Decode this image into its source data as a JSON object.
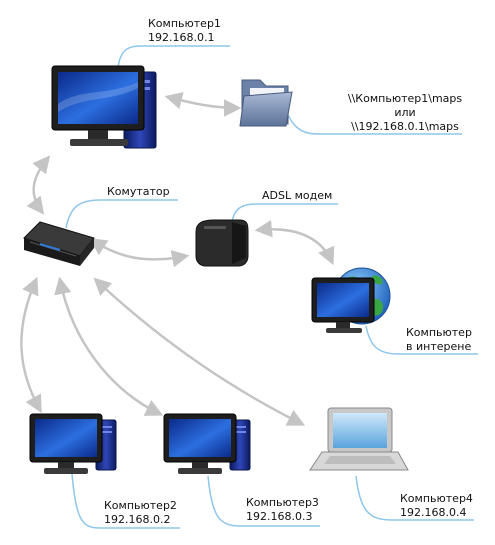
{
  "nodes": {
    "computer1": {
      "name": "Компьютер1",
      "ip": "192.168.0.1"
    },
    "shared_folder": {
      "path1": "\\\\Компьютер1\\maps",
      "or": "или",
      "path2": "\\\\192.168.0.1\\maps"
    },
    "switch": {
      "name": "Комутатор"
    },
    "modem": {
      "name": "ADSL модем"
    },
    "internet_computer": {
      "line1": "Компьютер",
      "line2": "в интерене"
    },
    "computer2": {
      "name": "Компьютер2",
      "ip": "192.168.0.2"
    },
    "computer3": {
      "name": "Компьютер3",
      "ip": "192.168.0.3"
    },
    "computer4": {
      "name": "Компьютер4",
      "ip": "192.168.0.4"
    }
  },
  "colors": {
    "callout_line": "#8ec6ec",
    "arrow": "#c4c4c4",
    "monitor_screen": "#1a4fb8",
    "monitor_frame": "#222222",
    "tower": "#1d2e8a",
    "globe_ocean": "#2a7ad6",
    "globe_land": "#3aa544",
    "folder": "#7e93b8"
  }
}
